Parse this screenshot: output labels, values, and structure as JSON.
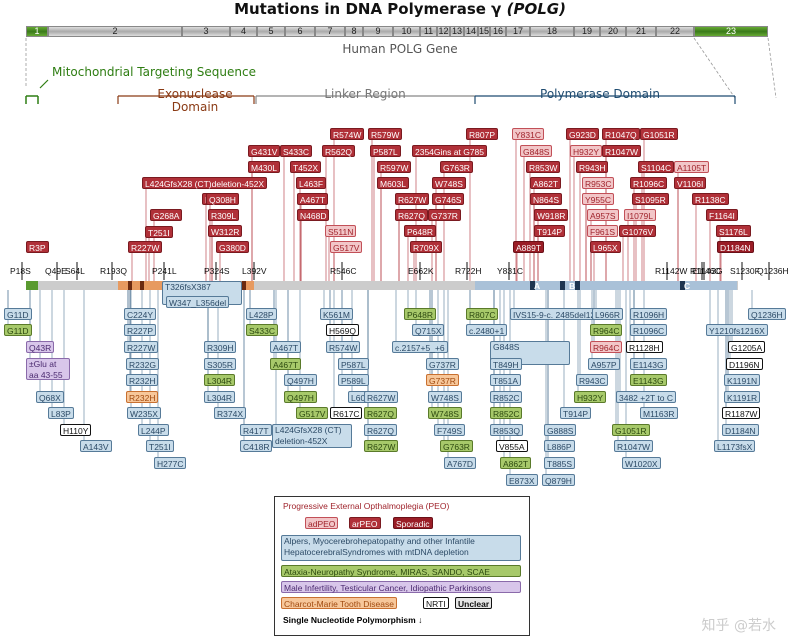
{
  "title": {
    "main": "Mutations in DNA Polymerase",
    "gene": "(POLG)"
  },
  "subtitle": "Human POLG Gene",
  "exons": [
    "1",
    "2",
    "3",
    "4",
    "5",
    "6",
    "7",
    "8",
    "9",
    "10",
    "11",
    "12",
    "13",
    "14",
    "15",
    "16",
    "17",
    "18",
    "19",
    "20",
    "21",
    "22",
    "23"
  ],
  "domains": {
    "mts": "Mitochondrial Targeting Sequence",
    "exo": "Exonuclease Domain",
    "linker": "Linker Region",
    "pol": "Polymerase Domain",
    "motifs": [
      "A",
      "B",
      "C"
    ]
  },
  "snps": [
    "P18S",
    "Q49E",
    "S64L",
    "R193Q",
    "P241L",
    "P324S",
    "L392V",
    "R546C",
    "E662K",
    "R722H",
    "Y831C",
    "R1142W",
    "R1146C",
    "E1143G",
    "S1230F",
    "Q1236H"
  ],
  "upper": {
    "r3p": "R3P",
    "labels": [
      "R227W",
      "G268A",
      "T251I",
      "L304R",
      "Q308H",
      "R309L",
      "W312R",
      "G380D",
      "L424GfsX28 (CT)deletion-452X",
      "G431V",
      "M430L",
      "S433C",
      "T452X",
      "L463F",
      "A467T",
      "N468D",
      "S511N",
      "G517V",
      "R574W",
      "R562Q",
      "R579W",
      "P587L",
      "R597W",
      "M603L",
      "R627W",
      "R627Q",
      "2354Gins at G785",
      "G763R",
      "W748S",
      "G746S",
      "G737R",
      "P648R",
      "R709X",
      "R807P",
      "Y831C",
      "G848S",
      "R853W",
      "A862T",
      "N864S",
      "W918R",
      "T914P",
      "A889T",
      "G923D",
      "H932Y",
      "R943H",
      "R953C",
      "Y955C",
      "A957S",
      "F961S",
      "L965X",
      "R1047Q",
      "R1047W",
      "G1051R",
      "S1104C",
      "R1096C",
      "S1095R",
      "I1079L",
      "G1076V",
      "A1105T",
      "V1106I",
      "R1138C",
      "F1164I",
      "S1176L",
      "D1184N"
    ]
  },
  "lower": {
    "labels": [
      "G11D",
      "G11D",
      "Q43R",
      "±Glu at aa 43-55",
      "Q68X",
      "L83P",
      "H110Y",
      "A143V",
      "C224Y",
      "R227P",
      "R227W",
      "R232G",
      "R232H",
      "R232H",
      "W235X",
      "L244P",
      "T251I",
      "H277C",
      "T326fsX387",
      "W347_L356del",
      "R309H",
      "S305R",
      "L304R",
      "L304R",
      "R374X",
      "R417T",
      "C418R",
      "L428P",
      "S433C",
      "A467T",
      "A467T",
      "Q497H",
      "Q497H",
      "G517V",
      "L424GfsX28 (CT) deletion-452X",
      "K561M",
      "H569Q",
      "R574W",
      "P587L",
      "P589L",
      "L605R",
      "R617C",
      "R627Q",
      "R627W",
      "R627Q",
      "R627W",
      "P648R",
      "Q715X",
      "c.2157+5_+6",
      "G737R",
      "G737R",
      "W748S",
      "W748S",
      "F749S",
      "G763R",
      "A767D",
      "R807C",
      "c.2480+1",
      "IVS15-9-c. 2485del12bp",
      "G848S",
      "T849H",
      "T851A",
      "R852C",
      "R852C",
      "R853Q",
      "V855A",
      "A862T",
      "E873X",
      "G888S",
      "L886P",
      "T885S",
      "Q879H",
      "T914P",
      "H932Y",
      "R943C",
      "A957P",
      "R964C",
      "R964C",
      "L966R",
      "R1096H",
      "R1096C",
      "R1128H",
      "E1143G",
      "E1143G",
      "3482 +2T to C",
      "M1163R",
      "G1051R",
      "R1047W",
      "W1020X",
      "Q1236H",
      "Y1210fs1216X",
      "G1205A",
      "D1196N",
      "K1191N",
      "K1191R",
      "R1187W",
      "D1184N",
      "L1173fsX"
    ]
  },
  "legend": {
    "peo": "Progressive External Opthalmoplegia (PEO)",
    "adpeo": "adPEO",
    "arpeo": "arPEO",
    "sporadic": "Sporadic",
    "alpers": "Alpers, Myocerebrohepatopathy and other Infantile HepatocerebralSyndromes with mtDNA depletion",
    "ataxia": "Ataxia-Neuropathy Syndrome, MIRAS, SANDO, SCAE",
    "male": "Male Infertility, Testicular Cancer, Idiopathic Parkinsons",
    "cmt": "Charcot-Marie Tooth Disease",
    "nrti": "NRTI",
    "unclear": "Unclear",
    "snp": "Single Nucleotide Polymorphism"
  },
  "watermark": "知乎 @若水",
  "colors": {
    "adpeo": "#f2c6c8",
    "arpeo": "#b03038",
    "sporadic": "#9a1d26",
    "alpers": "#c8dcea",
    "ataxia": "#a7c96a",
    "male": "#d8c6ea",
    "cmt": "#f7c79a",
    "exon_green": "#3a7a1a"
  }
}
